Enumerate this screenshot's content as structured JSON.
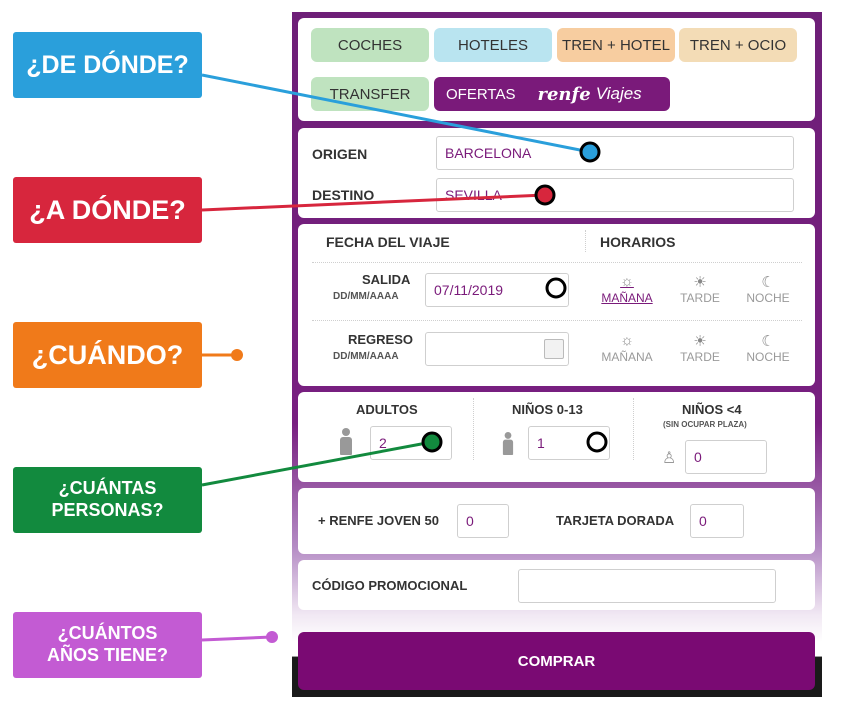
{
  "tabs": {
    "coches": "COCHES",
    "hoteles": "HOTELES",
    "tren_hotel": "TREN + HOTEL",
    "tren_ocio": "TREN + OCIO",
    "transfer": "TRANSFER",
    "ofertas": "OFERTAS",
    "brand_renfe": "renfe",
    "brand_viajes": "Viajes"
  },
  "route": {
    "origin_label": "ORIGEN",
    "origin_value": "BARCELONA",
    "dest_label": "DESTINO",
    "dest_value": "SEVILLA"
  },
  "dates": {
    "header_fecha": "FECHA DEL VIAJE",
    "header_horarios": "HORARIOS",
    "salida_label": "SALIDA",
    "salida_format": "DD/MM/AAAA",
    "salida_value": "07/11/2019",
    "regreso_label": "REGRESO",
    "regreso_format": "DD/MM/AAAA",
    "regreso_value": "",
    "manana": "MAÑANA",
    "tarde": "TARDE",
    "noche": "NOCHE"
  },
  "passengers": {
    "adultos_label": "ADULTOS",
    "adultos_value": "2",
    "ninos_label": "NIÑOS 0-13",
    "ninos_value": "1",
    "bebes_label": "NIÑOS <4",
    "bebes_sub": "(SIN OCUPAR PLAZA)",
    "bebes_value": "0"
  },
  "discounts": {
    "joven_label": "+ RENFE JOVEN 50",
    "joven_value": "0",
    "dorada_label": "TARJETA DORADA",
    "dorada_value": "0"
  },
  "promo": {
    "label": "CÓDIGO PROMOCIONAL",
    "value": ""
  },
  "buy_label": "COMPRAR",
  "callouts": {
    "de_donde": "¿DE DÓNDE?",
    "a_donde": "¿A DÓNDE?",
    "cuando": "¿CUÁNDO?",
    "cuantas_1": "¿CUÁNTAS",
    "cuantas_2": "PERSONAS?",
    "cuantos_1": "¿CUÁNTOS",
    "cuantos_2": "AÑOS TIENE?"
  },
  "colors": {
    "purple": "#7a1a7a",
    "blue": "#2a9fdb",
    "red": "#d7263d",
    "orange": "#f07a1a",
    "green": "#128a3e",
    "violet": "#c35bd3"
  },
  "icons": [
    "sun-icon",
    "sun-small-icon",
    "moon-icon",
    "calendar-icon",
    "person-icon",
    "baby-icon"
  ]
}
